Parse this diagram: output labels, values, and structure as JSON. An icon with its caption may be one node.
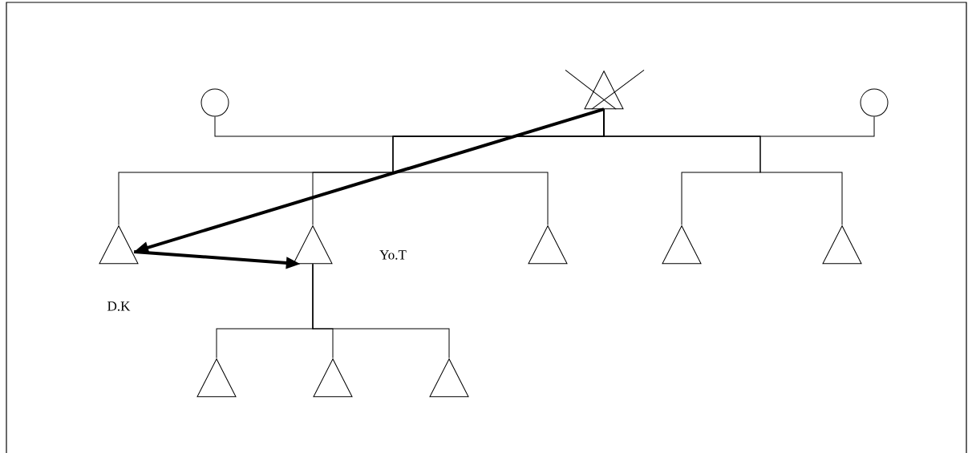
{
  "diagram": {
    "nodes": [
      {
        "text": [],
        "shape": "circle"
      },
      {
        "text": [],
        "shape": "triangle"
      },
      {
        "text": [],
        "shape": "circle"
      },
      {
        "text": [],
        "shape": "triangle",
        "beside": [
          "D.K"
        ]
      },
      {
        "text": [],
        "shape": "triangle",
        "beside": [
          "Yo.T"
        ]
      },
      {
        "text": [],
        "shape": "triangle"
      },
      {
        "text": [],
        "shape": "triangle"
      },
      {
        "text": [],
        "shape": "triangle"
      },
      {
        "text": [],
        "shape": "triangle"
      },
      {
        "text": [],
        "shape": "triangle"
      },
      {
        "text": [],
        "shape": "triangle"
      }
    ],
    "edges": [
      {
        "from": 0,
        "to": 1,
        "arrow": "none"
      },
      {
        "from": 1,
        "to": 2,
        "arrow": "none"
      },
      {
        "from": 1,
        "to": 3,
        "arrow": "none"
      },
      {
        "from": 1,
        "to": 4,
        "arrow": "none"
      },
      {
        "from": 1,
        "to": 5,
        "arrow": "none"
      },
      {
        "from": 1,
        "to": 6,
        "arrow": "none"
      },
      {
        "from": 1,
        "to": 7,
        "arrow": "none"
      },
      {
        "from": 4,
        "to": 8,
        "arrow": "none"
      },
      {
        "from": 4,
        "to": 9,
        "arrow": "none"
      },
      {
        "from": 4,
        "to": 10,
        "arrow": "none"
      },
      {
        "from": 1,
        "to": 3,
        "arrow": "to",
        "style": "thick"
      },
      {
        "from": 3,
        "to": 4,
        "arrow": "to",
        "style": "thick"
      }
    ]
  }
}
